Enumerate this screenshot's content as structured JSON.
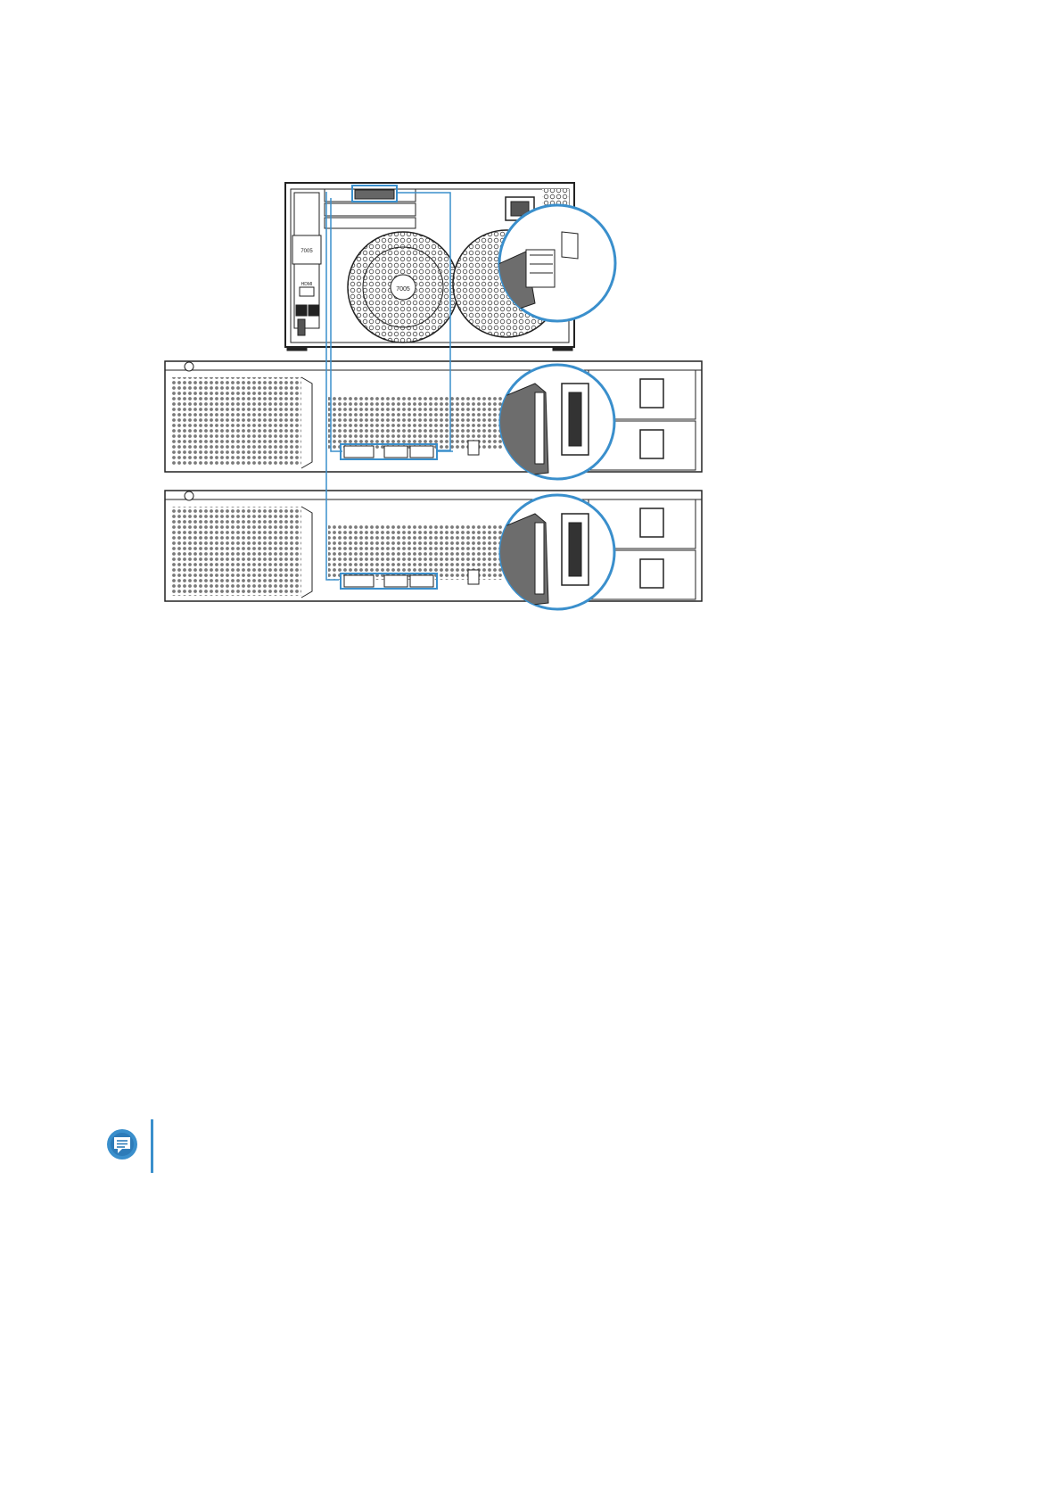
{
  "figure": {
    "nas_labels": {
      "hdmi": "HDMI",
      "fan_left": "7005",
      "fan_center": "7005"
    },
    "cable_color": "#3a8fcc",
    "line_color": "#222222",
    "panel_fill": "#ffffff",
    "zoom_fill": "#6d6d6d"
  },
  "note": {
    "icon": "note-icon",
    "accent": "#3a8fcc",
    "text": ""
  }
}
